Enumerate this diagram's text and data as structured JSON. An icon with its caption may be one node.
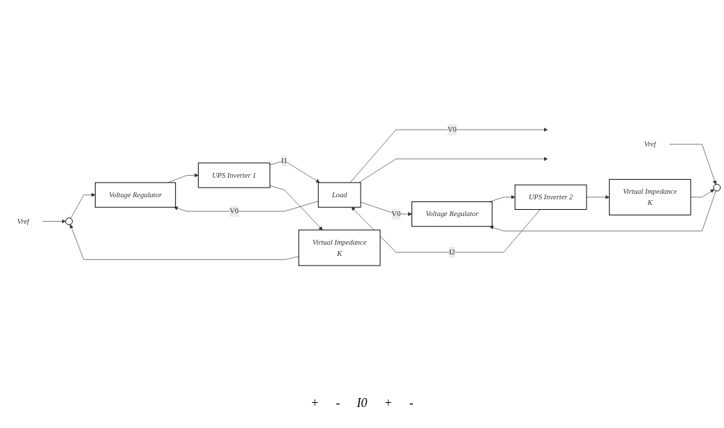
{
  "diagram": {
    "nodes": [
      {
        "text": [
          "Vref"
        ]
      },
      {
        "text": [],
        "shape": "circle"
      },
      {
        "text": [
          "Voltage Regulator"
        ]
      },
      {
        "text": [
          "UPS Inverter 1"
        ]
      },
      {
        "text": [
          "Load"
        ]
      },
      {
        "text": [
          "Virtual Impedance",
          "K"
        ]
      },
      {
        "text": [
          "Vref"
        ]
      },
      {
        "text": [],
        "shape": "circle"
      },
      {
        "text": [
          "Voltage Regulator"
        ]
      },
      {
        "text": [
          "UPS Inverter 2"
        ]
      },
      {
        "text": [
          "Virtual Impedance",
          "K"
        ]
      }
    ],
    "edges": [
      {
        "from": 0,
        "to": 1,
        "arrow": "to"
      },
      {
        "from": 1,
        "to": 2,
        "arrow": "to"
      },
      {
        "from": 2,
        "to": 3,
        "arrow": "to"
      },
      {
        "from": 3,
        "to": 4,
        "label": "I1",
        "arrow": "to"
      },
      {
        "from": 3,
        "to": 5,
        "arrow": "to"
      },
      {
        "from": 5,
        "to": 1,
        "arrow": "to"
      },
      {
        "from": 4,
        "to": 2,
        "label": "V0",
        "arrow": "to"
      },
      {
        "from": 4,
        "to": null,
        "label": "V0",
        "arrow": "to"
      },
      {
        "from": 4,
        "to": null,
        "arrow": "to"
      },
      {
        "from": 4,
        "to": 8,
        "label": "V0",
        "arrow": "to"
      },
      {
        "from": 6,
        "to": 7,
        "arrow": "to"
      },
      {
        "from": 7,
        "to": 8,
        "arrow": "to"
      },
      {
        "from": 8,
        "to": 9,
        "arrow": "to"
      },
      {
        "from": 9,
        "to": 4,
        "label": "I2",
        "arrow": "to"
      },
      {
        "from": 9,
        "to": 10,
        "arrow": "to"
      },
      {
        "from": 10,
        "to": 7,
        "arrow": "to"
      }
    ],
    "labels": [
      "+",
      "-",
      "I0",
      "+",
      "-"
    ]
  }
}
